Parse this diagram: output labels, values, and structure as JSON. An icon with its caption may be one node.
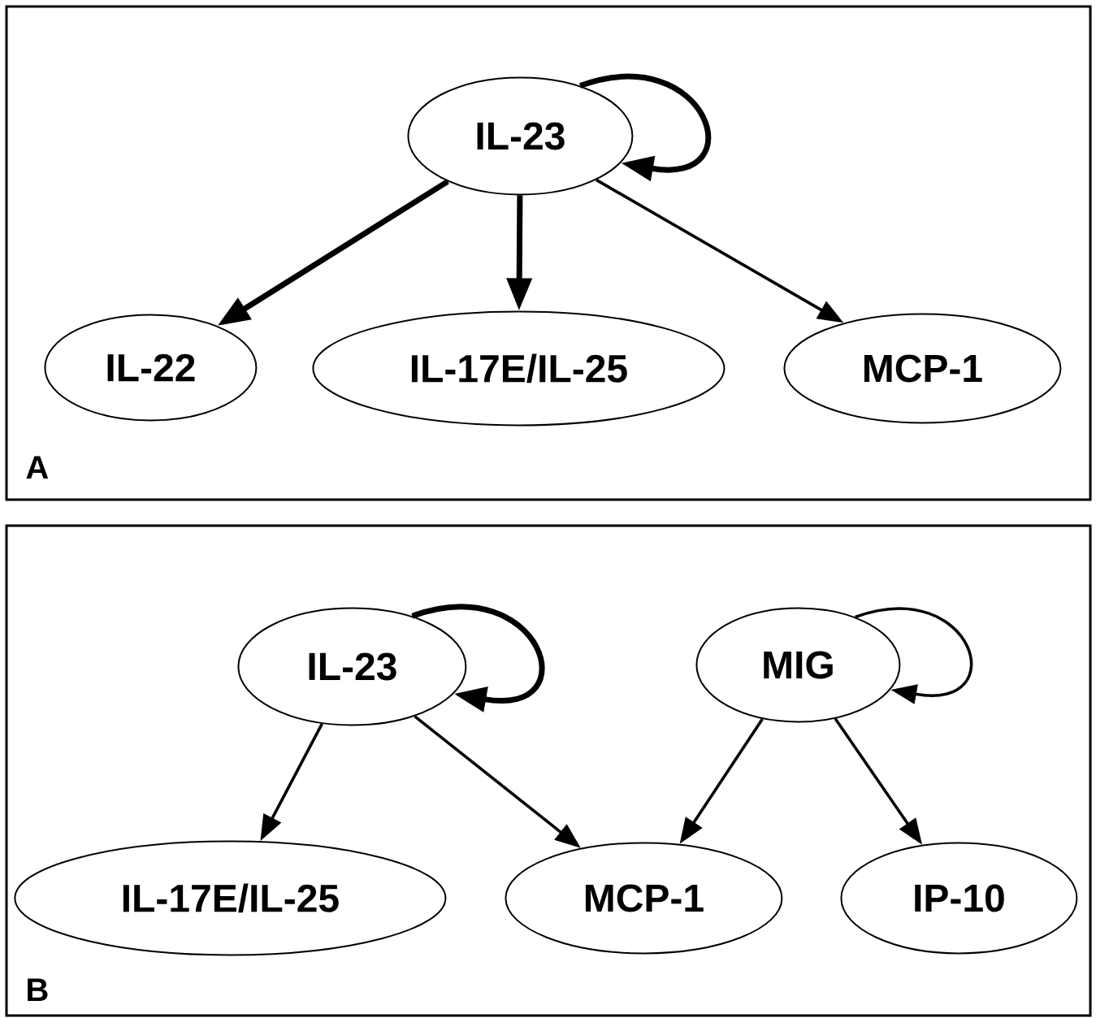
{
  "diagram": {
    "nodes": [
      {
        "text": [
          "A"
        ]
      },
      {
        "text": [
          "IL-23"
        ],
        "in": 0
      },
      {
        "text": [
          "IL-22"
        ],
        "in": 0
      },
      {
        "text": [
          "IL-17E/IL-25"
        ],
        "in": 0
      },
      {
        "text": [
          "MCP-1"
        ],
        "in": 0
      },
      {
        "text": [
          "B"
        ]
      },
      {
        "text": [
          "IL-23"
        ],
        "in": 5
      },
      {
        "text": [
          "MIG"
        ],
        "in": 5
      },
      {
        "text": [
          "IL-17E/IL-25"
        ],
        "in": 5
      },
      {
        "text": [
          "MCP-1"
        ],
        "in": 5
      },
      {
        "text": [
          "IP-10"
        ],
        "in": 5
      }
    ],
    "edges": [
      {
        "from": 1,
        "to": 1,
        "arrow": "to",
        "style": "thick"
      },
      {
        "from": 1,
        "to": 2,
        "arrow": "to",
        "style": "thick"
      },
      {
        "from": 1,
        "to": 3,
        "arrow": "to",
        "style": "thick"
      },
      {
        "from": 1,
        "to": 4,
        "arrow": "to"
      },
      {
        "from": 6,
        "to": 6,
        "arrow": "to",
        "style": "thick"
      },
      {
        "from": 6,
        "to": 8,
        "arrow": "to"
      },
      {
        "from": 6,
        "to": 9,
        "arrow": "to"
      },
      {
        "from": 7,
        "to": 7,
        "arrow": "to"
      },
      {
        "from": 7,
        "to": 9,
        "arrow": "to"
      },
      {
        "from": 7,
        "to": 10,
        "arrow": "to"
      }
    ]
  }
}
